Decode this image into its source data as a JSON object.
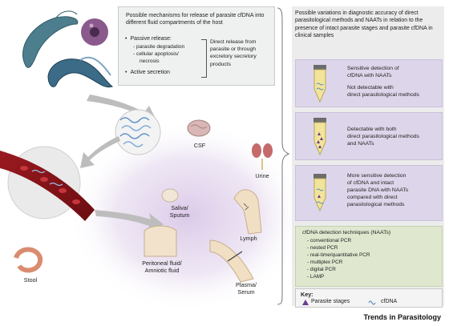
{
  "mechanisms": {
    "title": "Possible mechanisms for release of parasite cfDNA into different fluid compartments of the host",
    "passive_label": "Passive release:",
    "passive_items": [
      "- parasite degradation",
      "- cellular apoptosis/",
      "  necrosis"
    ],
    "active_label": "Active secretion",
    "direct_text": "Direct release from parasite or through excretory secretory products"
  },
  "fluids": {
    "csf": "CSF",
    "urine": "Urine",
    "saliva": "Saliva/",
    "sputum": "Sputum",
    "lymph": "Lymph",
    "peritoneal": "Peritoneal fluid/",
    "amniotic": "Amniotic fluid",
    "stool": "Stool",
    "plasma": "Plasma/",
    "serum": "Serum"
  },
  "diagnostic": {
    "title": "Possible variations in diagnostic accuracy of direct parasitological methods and NAATs in relation to the presence of intact parasite stages and parasite cfDNA in clinical samples",
    "cards": [
      {
        "line1": "Sensitive detection of",
        "line2": "cfDNA with NAATs",
        "line3": "Not detectable with",
        "line4": "direct parasitological methods"
      },
      {
        "line1": "Detectable with both",
        "line2": "direct parasitological methods",
        "line3": "and NAATs"
      },
      {
        "line1": "More sensitive detection",
        "line2": "of cfDNA and intact",
        "line3": "parasite DNA with NAATs",
        "line4": "compared with direct",
        "line5": "parasitological methods"
      }
    ]
  },
  "naats": {
    "title": "cfDNA detection techniques (NAATs)",
    "items": [
      "- conventional PCR",
      "- nested PCR",
      "- real-time/quantitative PCR",
      "- multiplex PCR",
      "- digital PCR",
      "- LAMP"
    ]
  },
  "key": {
    "title": "Key:",
    "parasite": "Parasite stages",
    "cfdna": "cfDNA"
  },
  "footer": "Trends in Parasitology",
  "colors": {
    "panel_purple": "#ddd6ea",
    "naat_green": "#dfe8cf",
    "parasite_marker": "#6a3d8f",
    "cfdna_marker": "#5a8fc9",
    "glow": "#c9b6dc"
  }
}
